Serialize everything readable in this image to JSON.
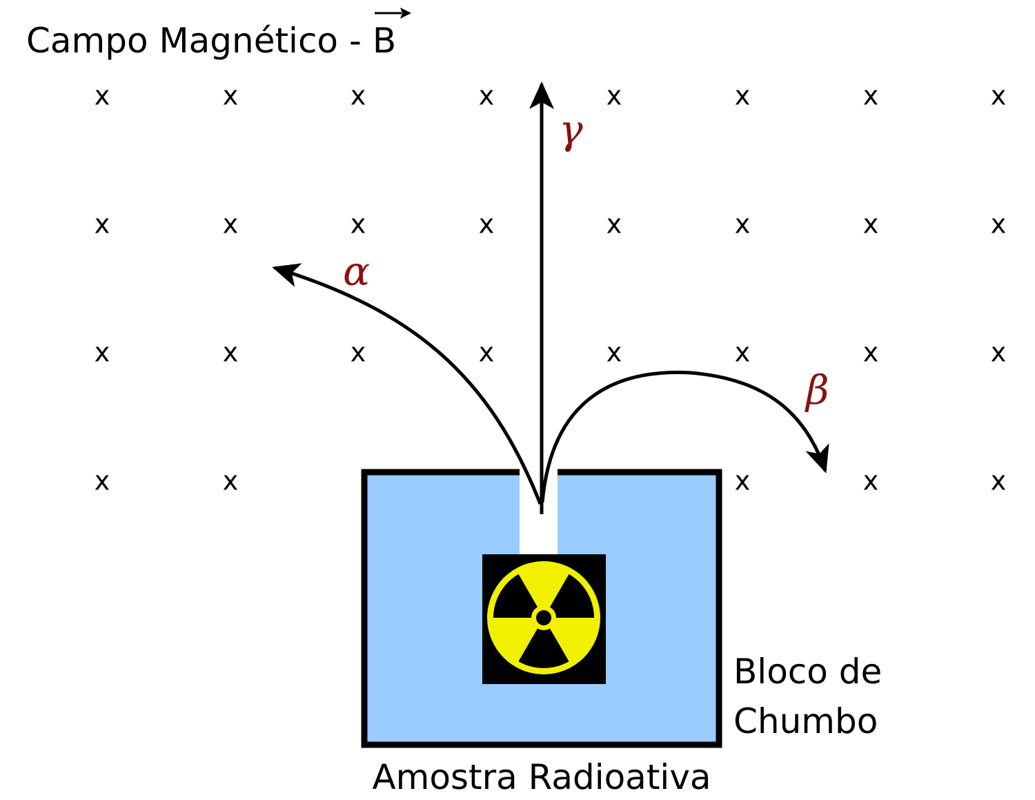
{
  "title": {
    "text": "Campo Magnético - ",
    "vector_symbol": "B"
  },
  "field": {
    "mark": "x",
    "rows": 4,
    "cols": 8
  },
  "rays": {
    "gamma": {
      "symbol": "γ"
    },
    "alpha": {
      "symbol": "α"
    },
    "beta": {
      "symbol": "β"
    }
  },
  "labels": {
    "block_line1": "Bloco de",
    "block_line2": "Chumbo",
    "sample": "Amostra Radioativa"
  },
  "colors": {
    "block_fill": "#99ccff",
    "block_stroke": "#000000",
    "greek": "#8b1010",
    "hazard_yellow": "#f0f000",
    "hazard_bg": "#000000",
    "arrow": "#000000"
  },
  "icons": {
    "source": "radiation-hazard-icon"
  }
}
